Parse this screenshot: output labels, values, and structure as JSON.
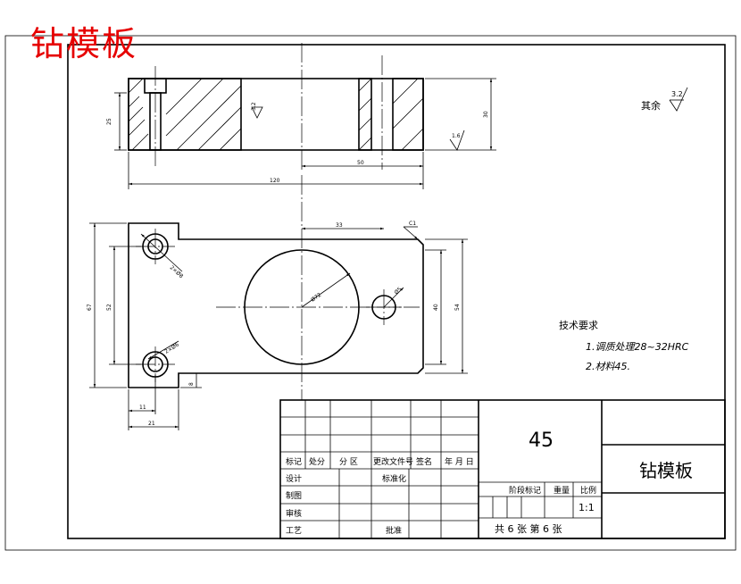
{
  "overlay_title": "钻模板",
  "roughness_other": {
    "prefix": "其余",
    "value": "3.2"
  },
  "roughness_marks": [
    "3.2",
    "1.6"
  ],
  "top_view_dims": {
    "left_height": "25",
    "right_height": "30",
    "inner_width": "50",
    "overall_width": "120"
  },
  "plan_view_dims": {
    "center_offset": "33",
    "chamfer": "C1",
    "big_bore": "Ø72",
    "small_bore": "Ø5",
    "tl_hole": "2×Ø8",
    "bl_hole": "2×Ø6",
    "left_outer": "67",
    "left_inner": "52",
    "right_inner": "40",
    "right_outer": "54",
    "bottom_small": "8",
    "bottom_inner": "11",
    "bottom_outer": "21"
  },
  "tech_req": {
    "heading": "技术要求",
    "items": [
      "1.调质处理28~32HRC",
      "2.材料45."
    ]
  },
  "title_block": {
    "material": "45",
    "part_name": "钻模板",
    "header_row": [
      "标记",
      "处分",
      "分 区",
      "更改文件号",
      "签名",
      "年 月 日"
    ],
    "rows": [
      "设计",
      "制图",
      "审核",
      "工艺"
    ],
    "standardize": "标准化",
    "approve": "批准",
    "stage_mark": "阶段标记",
    "weight": "重量",
    "scale_label": "比例",
    "scale_value": "1:1",
    "sheets": "共 6 张  第 6 张"
  }
}
